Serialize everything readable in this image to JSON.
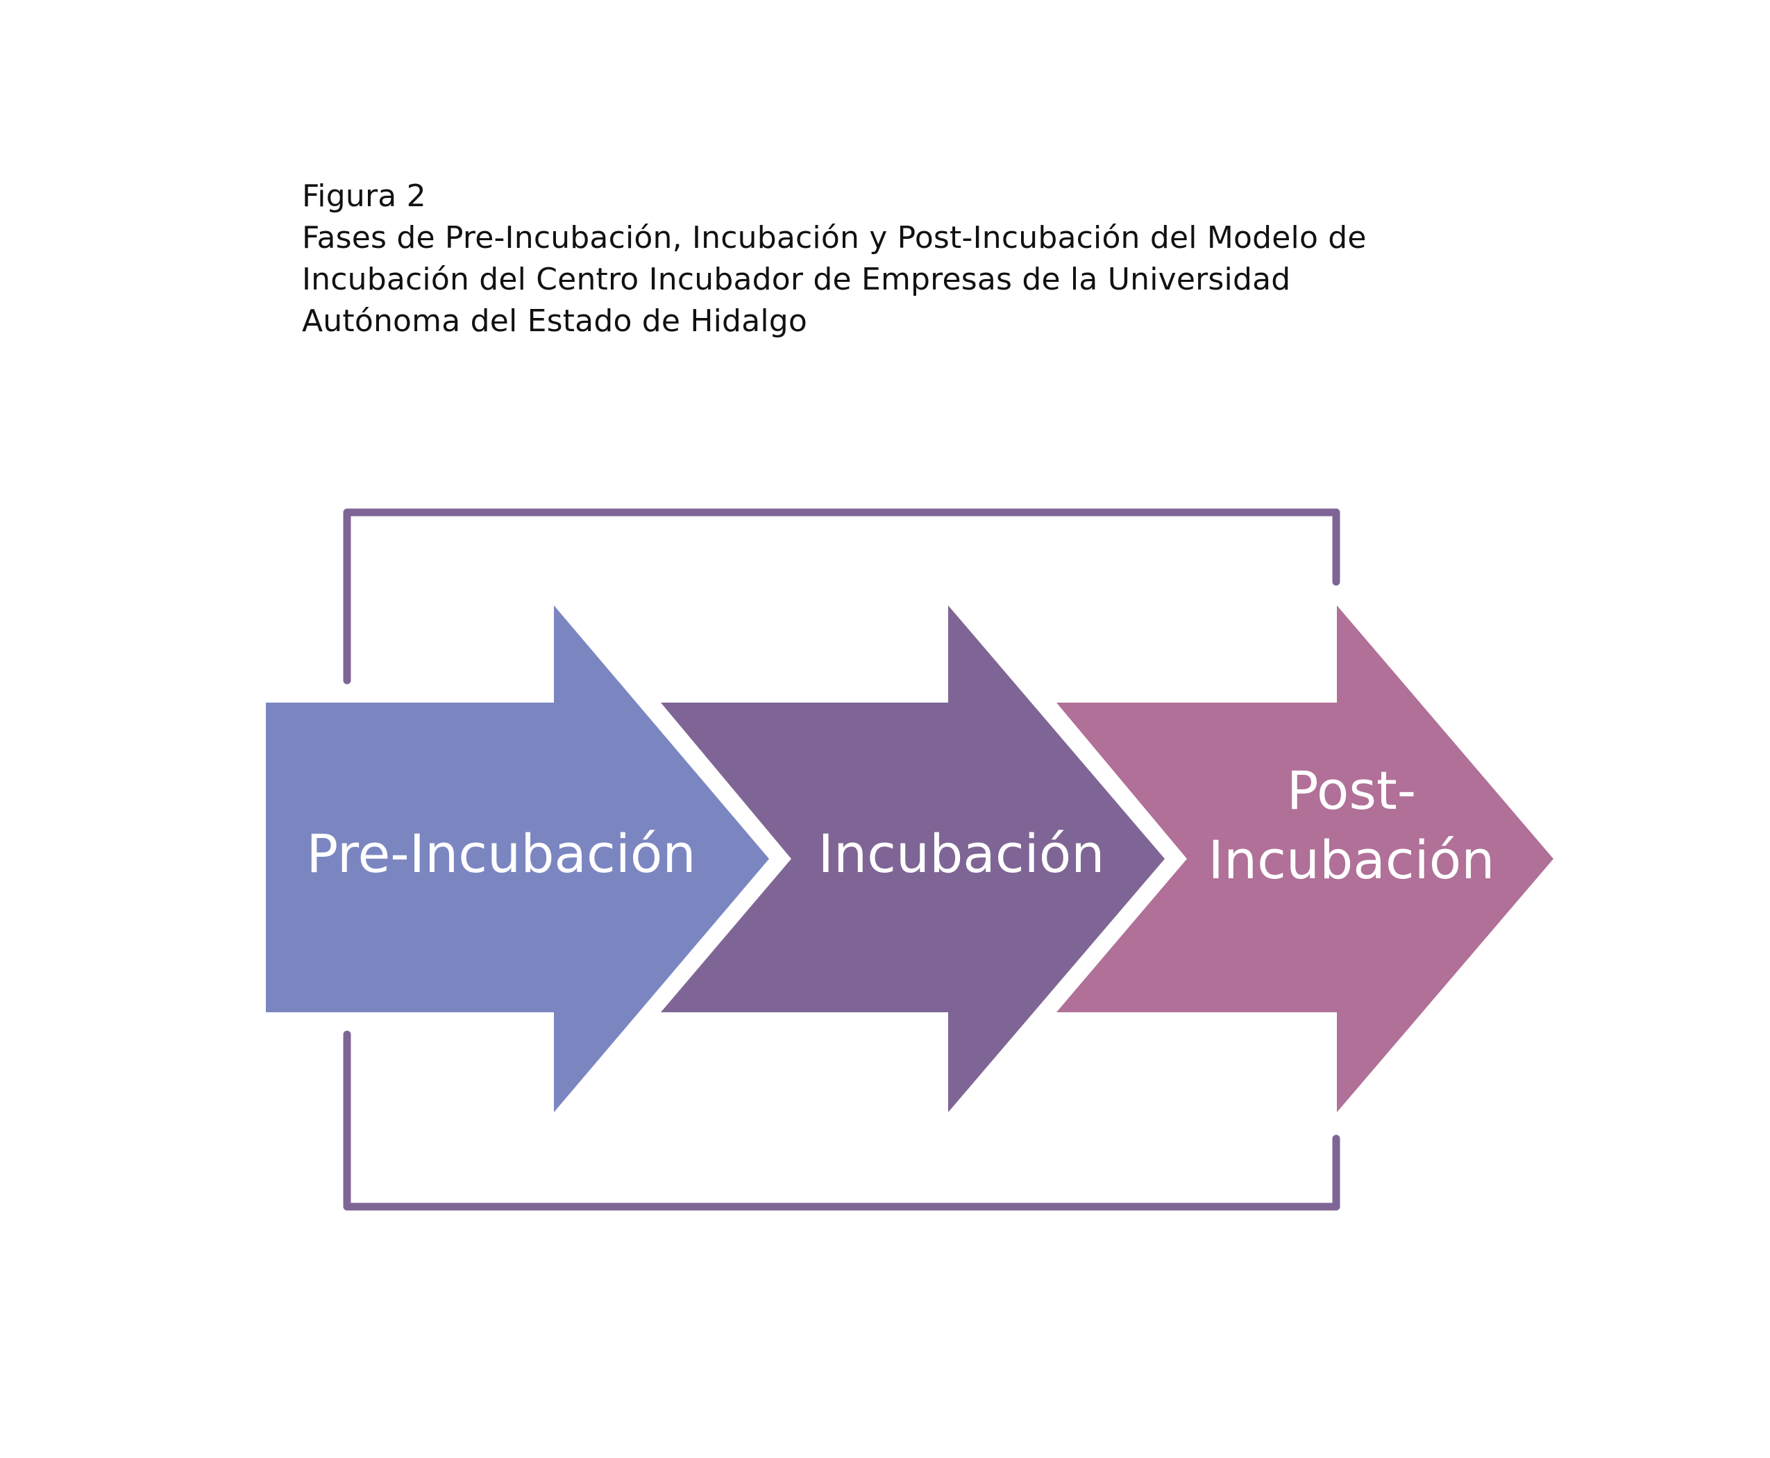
{
  "figure": {
    "number": "Figura 2",
    "title_lines": [
      "Fases de Pre-Incubación, Incubación y Post-Incubación del Modelo de",
      "Incubación del Centro Incubador de Empresas de la Universidad",
      "Autónoma del Estado de Hidalgo"
    ]
  },
  "diagram": {
    "phases": [
      {
        "label_lines": [
          "Pre-Incubación"
        ],
        "color": "#7b86c1"
      },
      {
        "label_lines": [
          "Incubación"
        ],
        "color": "#7f6595"
      },
      {
        "label_lines": [
          "Post-",
          "Incubación"
        ],
        "color": "#b07098"
      }
    ],
    "connector_color": "#7f6595"
  }
}
